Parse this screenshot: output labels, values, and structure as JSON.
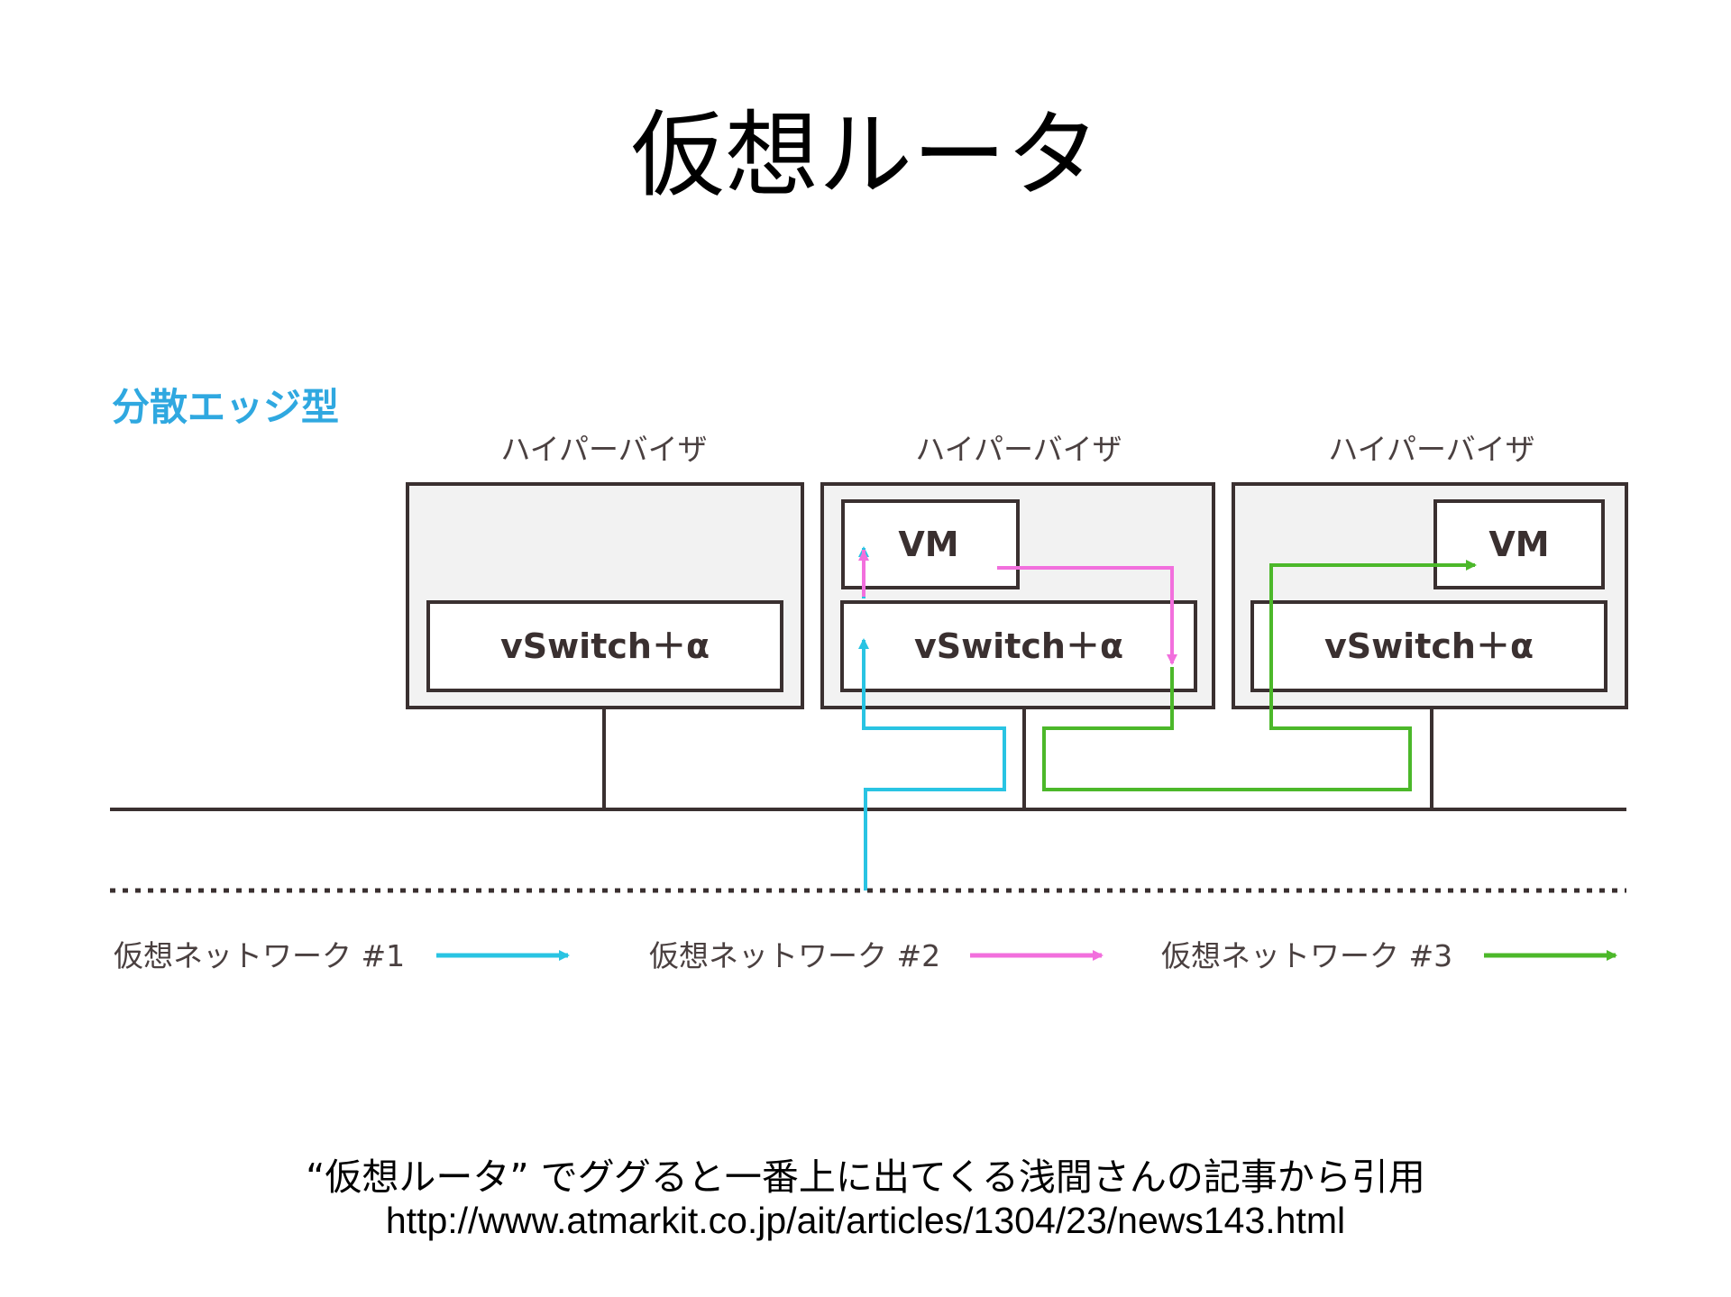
{
  "slide": {
    "title": "仮想ルータ",
    "caption_line1": "“仮想ルータ” でググると一番上に出てくる浅間さんの記事から引用",
    "caption_line2": "http://www.atmarkit.co.jp/ait/articles/1304/23/news143.html"
  },
  "diagram": {
    "heading": "分散エッジ型",
    "hypervisors": [
      {
        "label": "ハイパーバイザ",
        "switch_label": "vSwitch＋α",
        "vm_label": ""
      },
      {
        "label": "ハイパーバイザ",
        "switch_label": "vSwitch＋α",
        "vm_label": "VM"
      },
      {
        "label": "ハイパーバイザ",
        "switch_label": "vSwitch＋α",
        "vm_label": "VM"
      }
    ],
    "legend": [
      {
        "label": "仮想ネットワーク #1",
        "color": "#29c4e3"
      },
      {
        "label": "仮想ネットワーク #2",
        "color": "#f26fdd"
      },
      {
        "label": "仮想ネットワーク #3",
        "color": "#4cb82a"
      }
    ],
    "colors": {
      "heading": "#2fa8e0",
      "frame": "#3a3030",
      "hypervisor_fill": "#f2f2f2",
      "label_text": "#4a4040"
    }
  }
}
